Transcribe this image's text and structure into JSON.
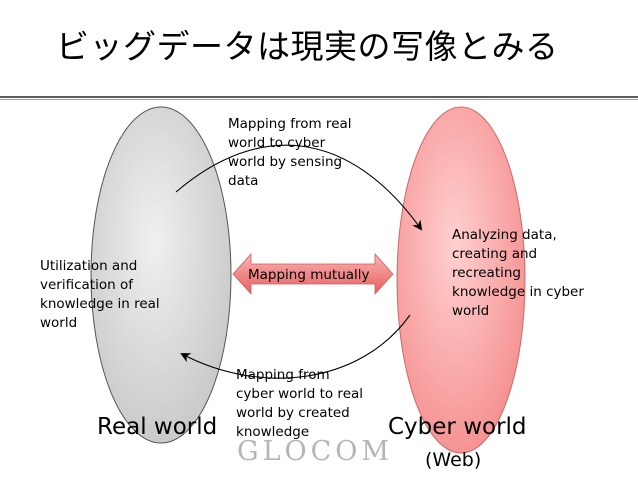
{
  "slide": {
    "title": "ビッグデータは現実の写像とみる"
  },
  "diagram": {
    "mapping_mutually": "Mapping mutually",
    "mapping_real_to_cyber": "Mapping from real\nworld to cyber\nworld by sensing\ndata",
    "mapping_cyber_to_real": "Mapping from\ncyber world to real\nworld by created\nknowledge",
    "analyzing": "Analyzing data,\ncreating and\nrecreating\nknowledge in cyber\nworld",
    "utilization": "Utilization and\nverification of\nknowledge in real\nworld",
    "real_world": "Real world",
    "cyber_world": "Cyber world",
    "web": "(Web)",
    "watermark": "GLOCOM"
  },
  "colors": {
    "real_world_fill": "#d9d9d9",
    "cyber_world_fill": "#f6a0a0",
    "mutual_arrow_fill": "#f07b7b",
    "watermark": "#b5b5b5"
  }
}
